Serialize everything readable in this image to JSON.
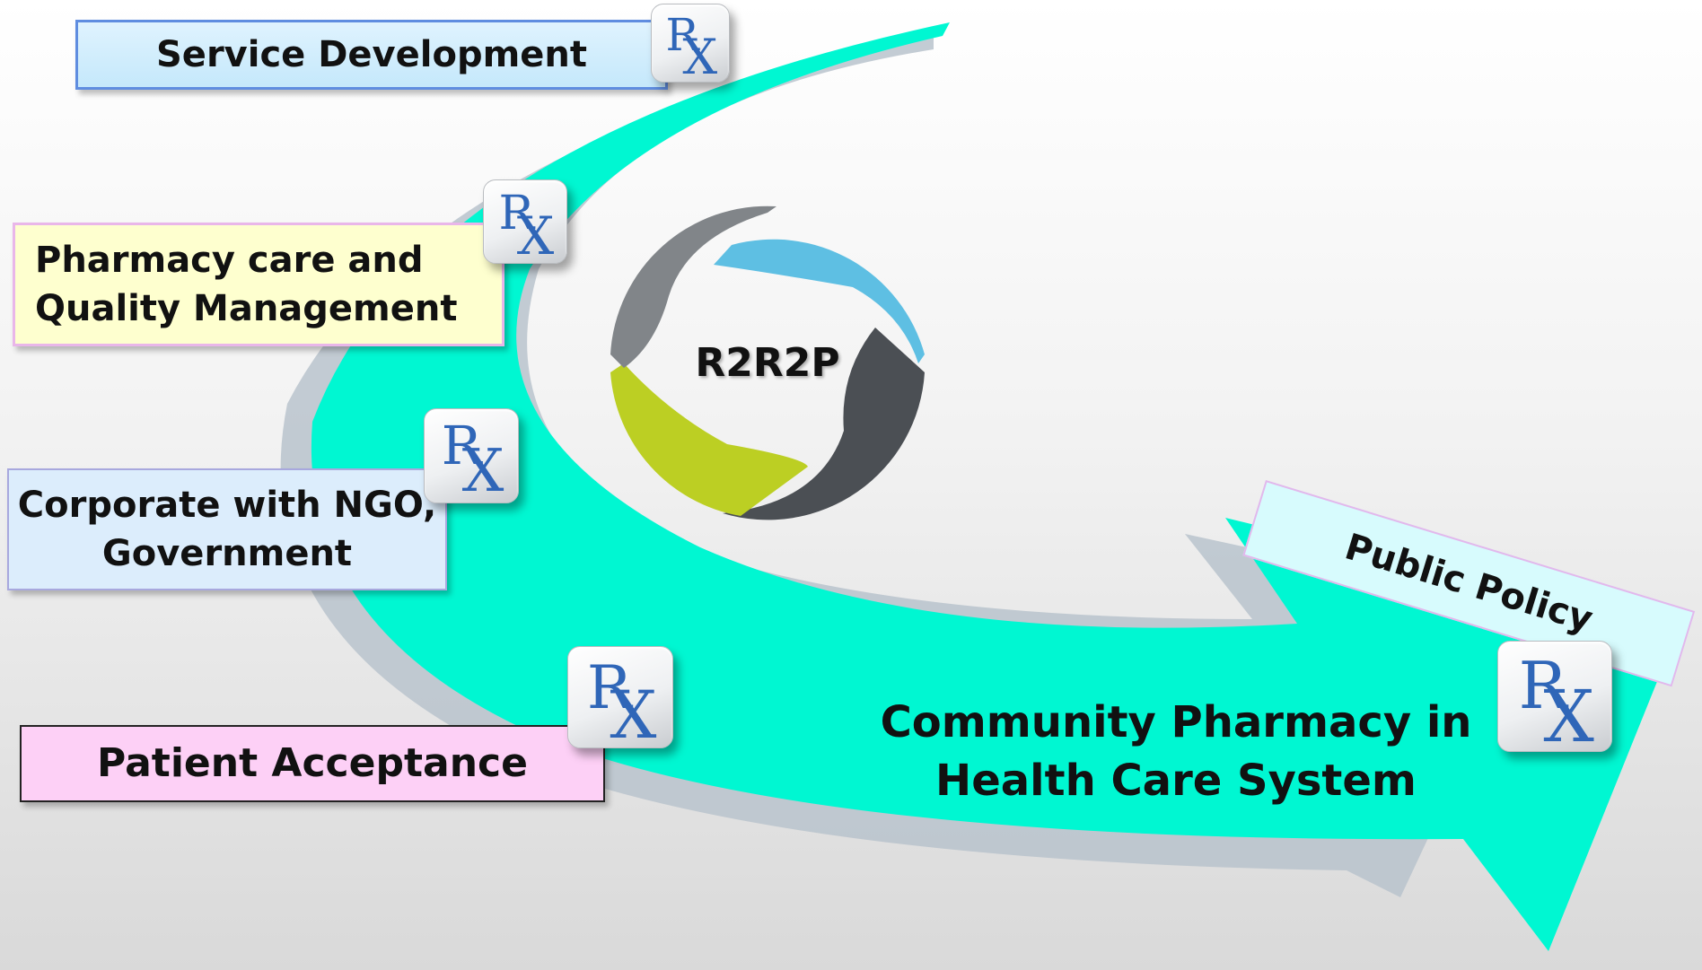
{
  "labels": {
    "service_development": "Service Development",
    "pharmacy_care": "Pharmacy care and\nQuality Management",
    "corporate": "Corporate with NGO,\nGovernment",
    "patient_acceptance": "Patient Acceptance",
    "public_policy": "Public Policy",
    "community_pharmacy": "Community Pharmacy in\nHealth Care System",
    "center": "R2R2P"
  },
  "rx_icon": {
    "r": "R",
    "x": "X"
  },
  "colors": {
    "arrow": "#00f7d2",
    "arrow_shadow": "#b9c3cd",
    "ring_blue": "#5ebfe3",
    "ring_dark": "#4b4f54",
    "ring_green": "#bccf23",
    "ring_gray": "#818589"
  }
}
